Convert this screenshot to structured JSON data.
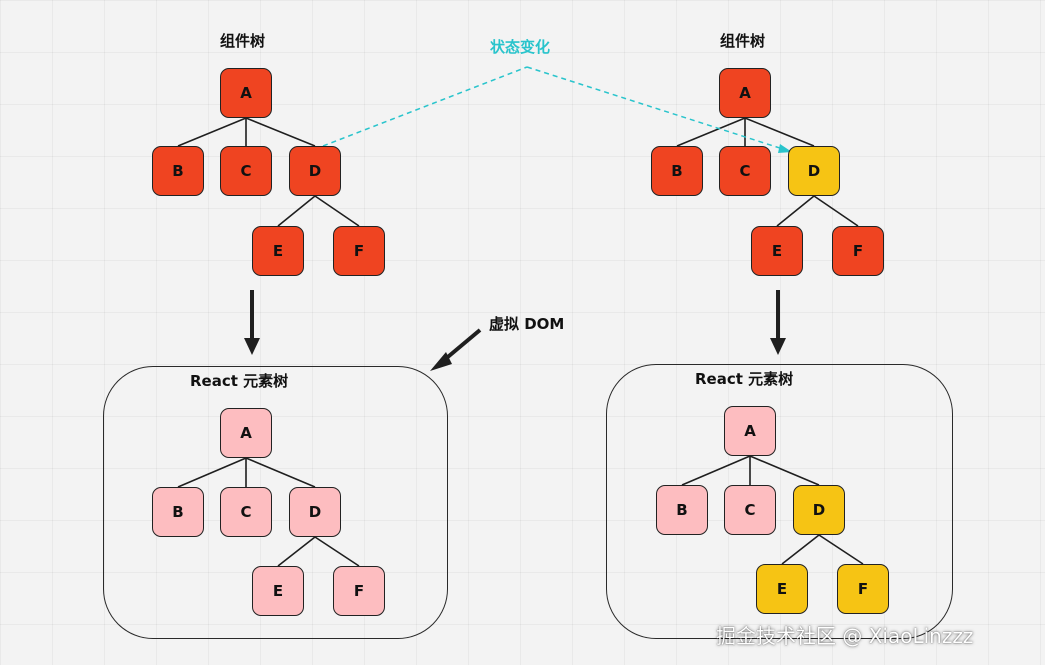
{
  "left": {
    "component_tree_title": "组件树",
    "react_tree_title": "React 元素树",
    "tree_nodes": [
      "A",
      "B",
      "C",
      "D",
      "E",
      "F"
    ],
    "element_nodes": [
      "A",
      "B",
      "C",
      "D",
      "E",
      "F"
    ]
  },
  "right": {
    "component_tree_title": "组件树",
    "react_tree_title": "React 元素树",
    "tree_nodes": [
      "A",
      "B",
      "C",
      "D",
      "E",
      "F"
    ],
    "element_nodes": [
      "A",
      "B",
      "C",
      "D",
      "E",
      "F"
    ]
  },
  "state_change_label": "状态变化",
  "virtual_dom_label": "虚拟 DOM",
  "watermark": "掘金技术社区 @ XiaoLinzzz",
  "colors": {
    "component_node": "#ef4421",
    "changed_node": "#f6c414",
    "element_node": "#fdbdc0",
    "state_change_line": "#29c4cc"
  }
}
